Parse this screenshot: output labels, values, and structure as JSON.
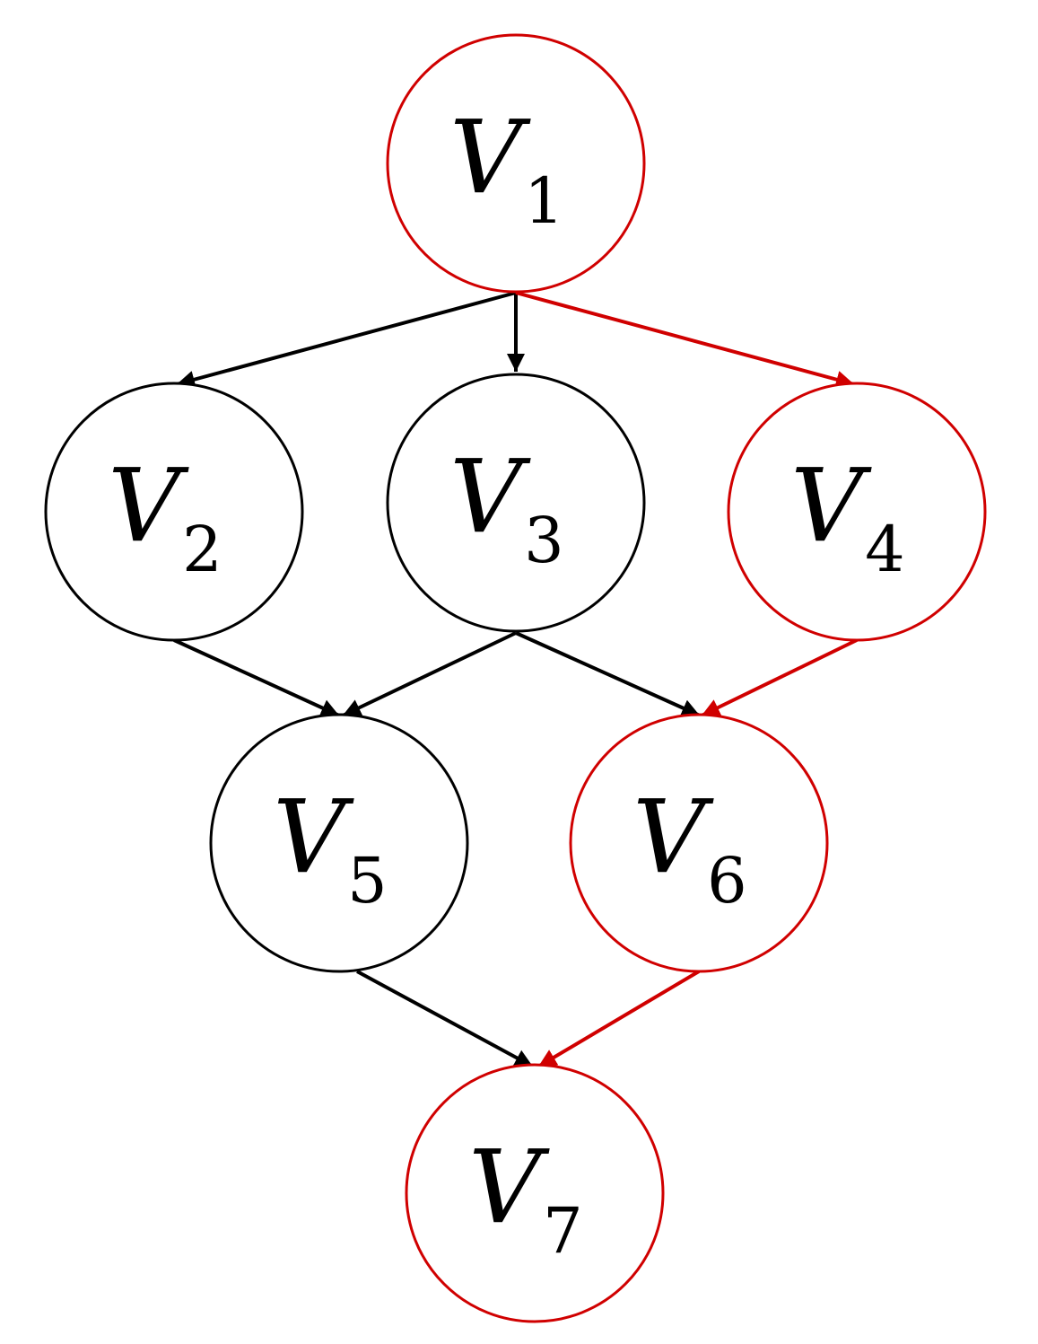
{
  "colors": {
    "highlight": "#d00000",
    "default": "#000000"
  },
  "nodes": [
    {
      "id": "V1",
      "base": "V",
      "sub": "1",
      "highlighted": true
    },
    {
      "id": "V2",
      "base": "V",
      "sub": "2",
      "highlighted": false
    },
    {
      "id": "V3",
      "base": "V",
      "sub": "3",
      "highlighted": false
    },
    {
      "id": "V4",
      "base": "V",
      "sub": "4",
      "highlighted": true
    },
    {
      "id": "V5",
      "base": "V",
      "sub": "5",
      "highlighted": false
    },
    {
      "id": "V6",
      "base": "V",
      "sub": "6",
      "highlighted": true
    },
    {
      "id": "V7",
      "base": "V",
      "sub": "7",
      "highlighted": true
    }
  ],
  "edges": [
    {
      "from": "V1",
      "to": "V2",
      "highlighted": false
    },
    {
      "from": "V1",
      "to": "V3",
      "highlighted": false
    },
    {
      "from": "V1",
      "to": "V4",
      "highlighted": true
    },
    {
      "from": "V2",
      "to": "V5",
      "highlighted": false
    },
    {
      "from": "V3",
      "to": "V5",
      "highlighted": false
    },
    {
      "from": "V3",
      "to": "V6",
      "highlighted": false
    },
    {
      "from": "V4",
      "to": "V6",
      "highlighted": true
    },
    {
      "from": "V5",
      "to": "V7",
      "highlighted": false
    },
    {
      "from": "V6",
      "to": "V7",
      "highlighted": true
    }
  ]
}
